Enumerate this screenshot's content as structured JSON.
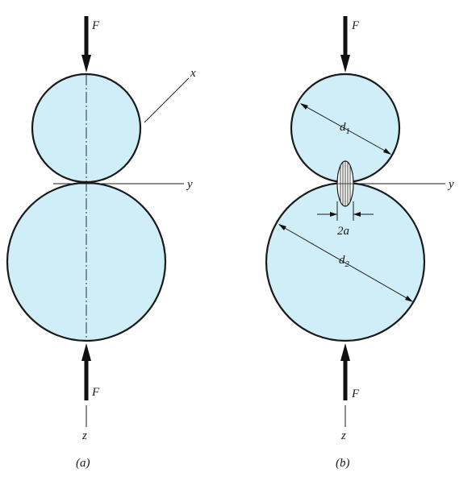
{
  "panel_a": {
    "force_top": "F",
    "force_bottom": "F",
    "axis_x": "x",
    "axis_y": "y",
    "axis_z": "z",
    "caption": "(a)"
  },
  "panel_b": {
    "force_top": "F",
    "force_bottom": "F",
    "axis_y": "y",
    "axis_z": "z",
    "d1": "d",
    "d1_sub": "1",
    "d2": "d",
    "d2_sub": "2",
    "contact_width": "2a",
    "caption": "(b)"
  },
  "colors": {
    "sphere_fill": "#cfeef7",
    "stroke": "#1a1a1a"
  }
}
